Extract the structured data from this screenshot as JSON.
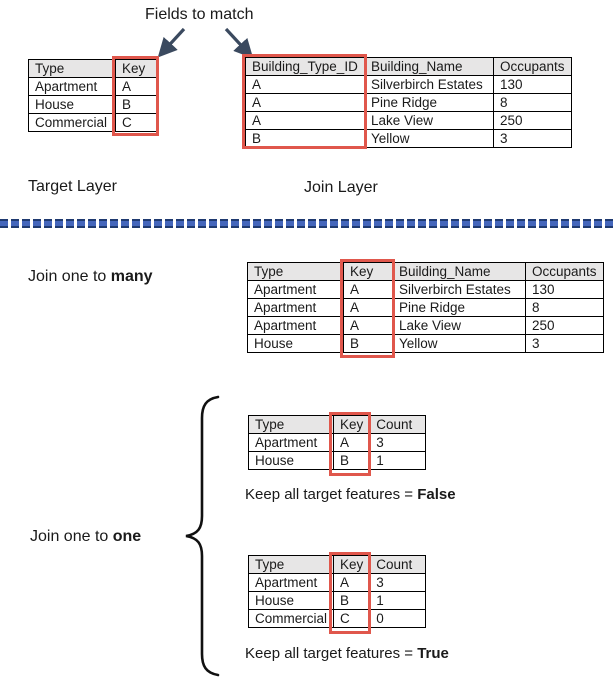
{
  "annotations": {
    "fields_to_match": "Fields to match",
    "target_layer": "Target Layer",
    "join_layer": "Join Layer",
    "join_prefix": "Join one to ",
    "join_many_bold": "many",
    "join_one_bold": "one",
    "keep_prefix": "Keep all target features = ",
    "keep_false_bold": "False",
    "keep_true_bold": "True"
  },
  "colors": {
    "highlight_red": "#e0574c",
    "arrow_dark_slate": "#3b4a5f",
    "table_header_gray": "#e7e6e6",
    "divider_blue": "#4466bb",
    "divider_navy": "#1f3a70"
  },
  "icons": {
    "down_left_arrow": "arrow pointing to target key field",
    "down_right_arrow": "arrow pointing to join key field",
    "curly_brace": "brace grouping one-to-one result tables"
  },
  "tables": {
    "target": {
      "headers": [
        "Type",
        "Key"
      ],
      "rows": [
        [
          "Apartment",
          "A"
        ],
        [
          "House",
          "B"
        ],
        [
          "Commercial",
          "C"
        ]
      ],
      "highlighted_column": "Key"
    },
    "join": {
      "headers": [
        "Building_Type_ID",
        "Building_Name",
        "Occupants"
      ],
      "rows": [
        [
          "A",
          "Silverbirch Estates",
          "130"
        ],
        [
          "A",
          "Pine Ridge",
          "8"
        ],
        [
          "A",
          "Lake View",
          "250"
        ],
        [
          "B",
          "Yellow",
          "3"
        ]
      ],
      "highlighted_column": "Building_Type_ID"
    },
    "one_to_many": {
      "headers": [
        "Type",
        "Key",
        "Building_Name",
        "Occupants"
      ],
      "rows": [
        [
          "Apartment",
          "A",
          "Silverbirch Estates",
          "130"
        ],
        [
          "Apartment",
          "A",
          "Pine Ridge",
          "8"
        ],
        [
          "Apartment",
          "A",
          "Lake View",
          "250"
        ],
        [
          "House",
          "B",
          "Yellow",
          "3"
        ]
      ],
      "highlighted_column": "Key"
    },
    "one_to_one_false": {
      "headers": [
        "Type",
        "Key",
        "Count"
      ],
      "rows": [
        [
          "Apartment",
          "A",
          "3"
        ],
        [
          "House",
          "B",
          "1"
        ]
      ],
      "highlighted_column": "Key"
    },
    "one_to_one_true": {
      "headers": [
        "Type",
        "Key",
        "Count"
      ],
      "rows": [
        [
          "Apartment",
          "A",
          "3"
        ],
        [
          "House",
          "B",
          "1"
        ],
        [
          "Commercial",
          "C",
          "0"
        ]
      ],
      "highlighted_column": "Key"
    }
  }
}
